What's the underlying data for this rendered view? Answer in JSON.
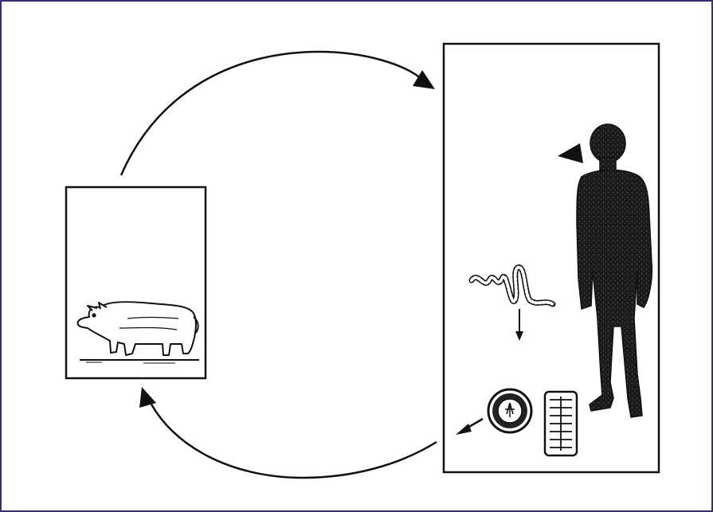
{
  "colors": {
    "frame_border": "#3b2d6e",
    "ink": "#111111",
    "background": "#ffffff"
  },
  "diagram": {
    "nodes": [
      {
        "id": "pig-host",
        "icon": "pig-icon"
      },
      {
        "id": "human-host",
        "icon": "human-figure-icon",
        "contains": [
          "tapeworm-icon",
          "egg-icon",
          "proglottid-icon"
        ]
      }
    ],
    "edges": [
      {
        "from": "pig-host",
        "to": "human-host",
        "icon": "arrow-icon"
      },
      {
        "from": "human-host",
        "to": "pig-host",
        "icon": "arrow-icon"
      }
    ]
  }
}
